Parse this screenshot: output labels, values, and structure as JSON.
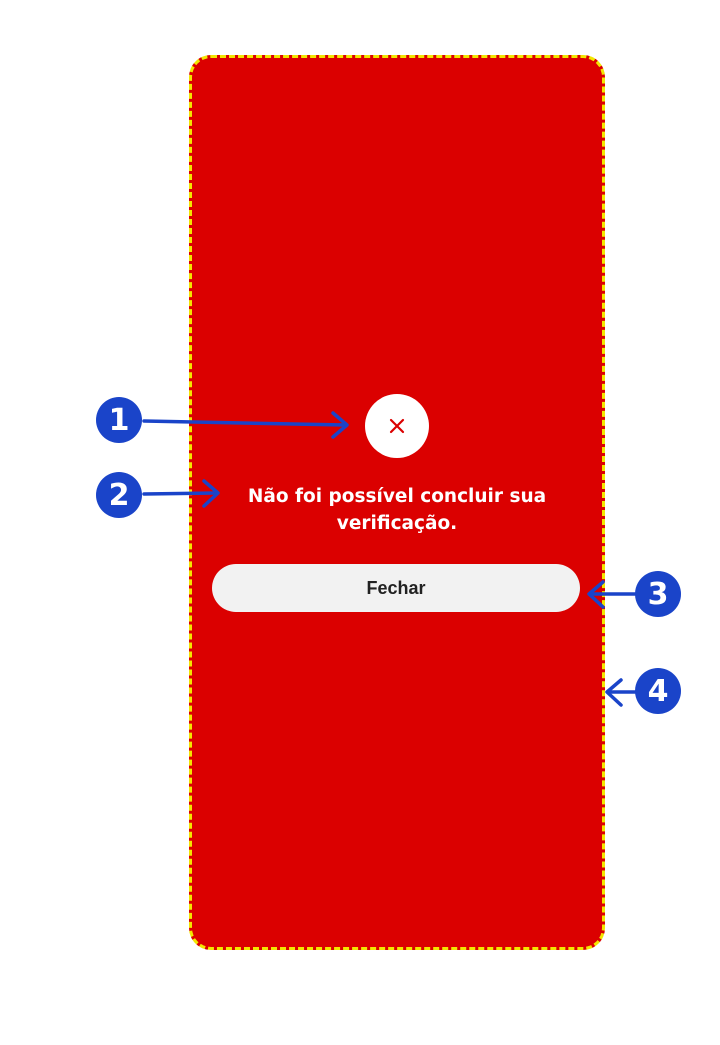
{
  "screen": {
    "close_icon": "close-icon",
    "message": "Não foi possível concluir sua verificação.",
    "close_button_label": "Fechar"
  },
  "annotations": {
    "markers": [
      "1",
      "2",
      "3",
      "4"
    ]
  },
  "colors": {
    "background": "#db0000",
    "border": "#f2e600",
    "annotation": "#1a44c9",
    "button": "#f2f2f2"
  }
}
